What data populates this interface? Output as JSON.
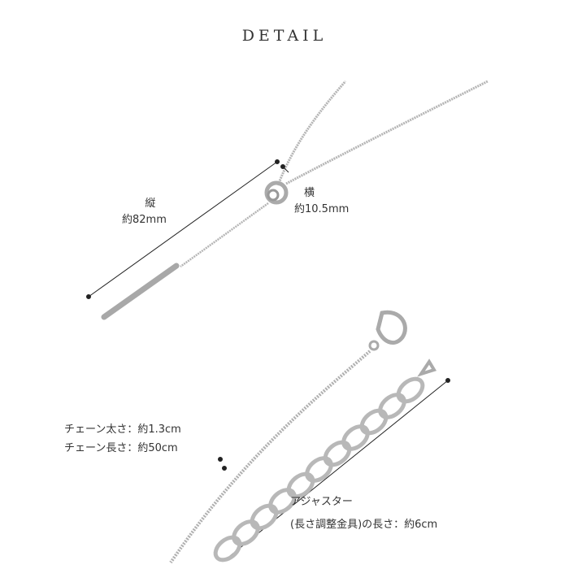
{
  "title": "DETAIL",
  "measurements": {
    "vertical_label": "縦",
    "vertical_value": "約82mm",
    "horizontal_label": "横",
    "horizontal_value": "約10.5mm",
    "chain_thickness": "チェーン太さ：約1.3cm",
    "chain_length": "チェーン長さ：約50cm",
    "adjuster_label": "アジャスター",
    "adjuster_length": "(長さ調整金具)の長さ：約6cm"
  },
  "colors": {
    "metal": "#b8b8b8",
    "metal_dark": "#8a8a8a",
    "line": "#222222"
  }
}
